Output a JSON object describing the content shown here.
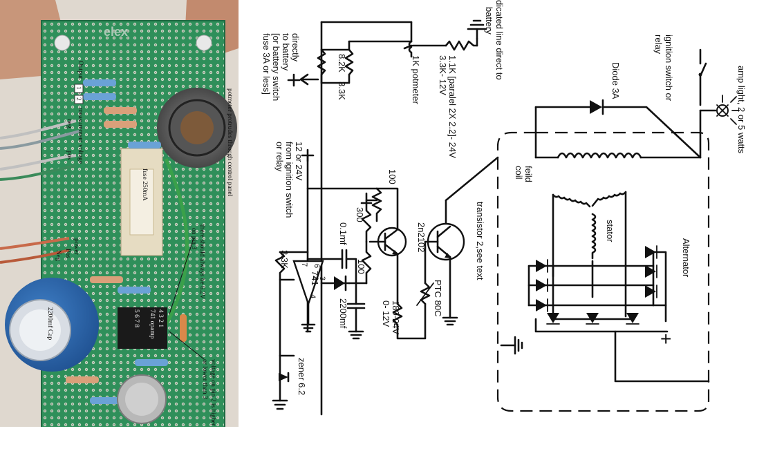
{
  "photo": {
    "brand": "elex",
    "annotations": {
      "potmeter": "potmeter protrudes through control panel",
      "output": "Output",
      "out1": "1",
      "out2": "2",
      "measurement": "measurement voltage",
      "neg": "neg",
      "pos": "pos",
      "fuse": "fuse 250mA",
      "pin3": "there should always be 6.2V on pin 3",
      "power": "power",
      "pos2": "Pos",
      "neg2": "Neg",
      "opamp": "741 opamp",
      "pins_top": "4  3  2  1",
      "pins_bot": "5  6  7  8",
      "cap": "2200mf Cap",
      "pin2": "voltage on pin 2 is higher or lower than 3"
    }
  },
  "schematic": {
    "labels": {
      "dedicated": "dicated line direct to",
      "battery": "battery",
      "ignition1": "ignition switch or",
      "ignition2": "relay",
      "diode3a": "Diode 3A",
      "amplight1": "amp light, 2 or 5 watts",
      "r11k_1": "1.1K [paralel 2X 2.2]- 24V",
      "r11k_2": "3.3K- 12V",
      "pot": "1K potmeter",
      "directly1": "directly",
      "directly2": "to battery",
      "directly3": "[or battery switch",
      "directly4": "fuse 3A or less]",
      "r82k": "8.2K",
      "r33k_top": "3.3K",
      "feild1": "feild",
      "feild2": "coil",
      "stator": "stator",
      "alternator": "Alternator",
      "plus": "+",
      "v12_1": "12 or 24V",
      "v12_2": "from ignition switch",
      "v12_3": "or relay",
      "r100a": "100",
      "r300": "300",
      "c01": "0.1mf",
      "q2n": "2n2102",
      "r100b": "100",
      "trans2": "transistor 2,see text",
      "ptc": "PTC 80C",
      "r180_1": "180-24V",
      "r180_2": "0- 12V",
      "c2200": "2200mf",
      "r33k_bot": "3.3K",
      "op741": "741",
      "p2": "2",
      "p3": "3",
      "p4": "4",
      "p6": "6",
      "p7": "7",
      "zener": "zener 6.2"
    }
  }
}
